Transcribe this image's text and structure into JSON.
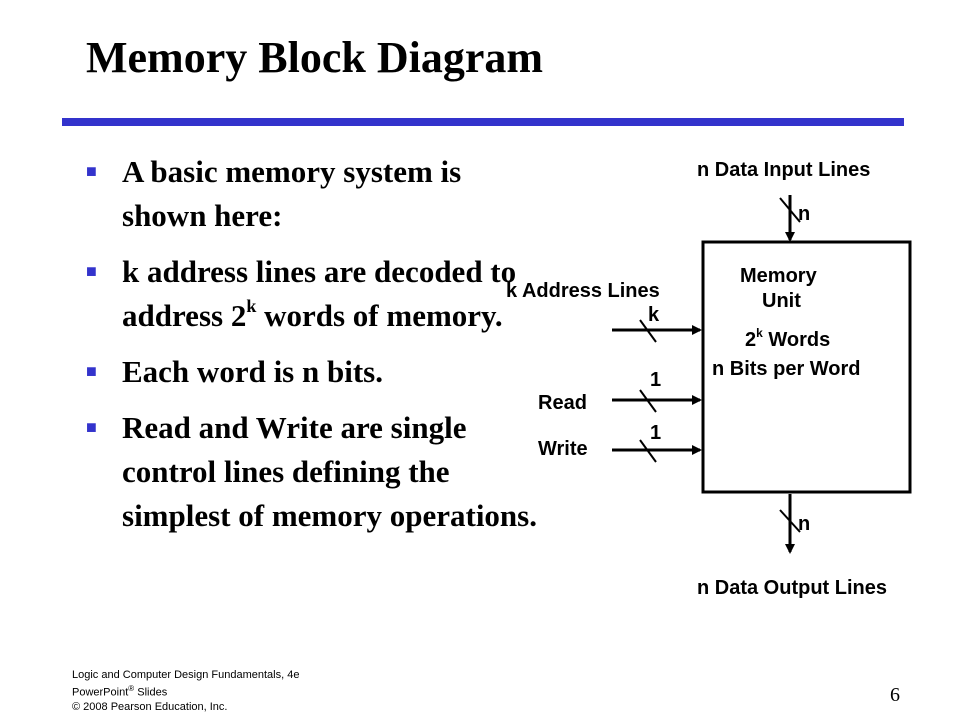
{
  "slide": {
    "title": "Memory Block Diagram",
    "page_number": "6"
  },
  "bullets": [
    {
      "text": "A basic memory system is shown here:"
    },
    {
      "pre": "k address lines are decoded to address 2",
      "sup": "k",
      "post": " words of memory."
    },
    {
      "text": "Each word is n bits."
    },
    {
      "text": "Read and Write are single control lines defining the simplest of memory operations."
    }
  ],
  "diagram": {
    "data_input_label": "n Data Input Lines",
    "data_input_width": "n",
    "address_label": "k Address Lines",
    "address_width": "k",
    "read_label": "Read",
    "read_width": "1",
    "write_label": "Write",
    "write_width": "1",
    "unit_line1": "Memory",
    "unit_line2": "Unit",
    "words_base": "2",
    "words_exp": "k",
    "words_suffix": " Words",
    "bits_per_word": "n Bits per Word",
    "data_output_width": "n",
    "data_output_label": "n Data Output Lines"
  },
  "footer": {
    "line1": "Logic and Computer Design Fundamentals, 4e",
    "line2_pre": "PowerPoint",
    "line2_sup": "®",
    "line2_post": " Slides",
    "line3": "© 2008 Pearson Education, Inc."
  }
}
